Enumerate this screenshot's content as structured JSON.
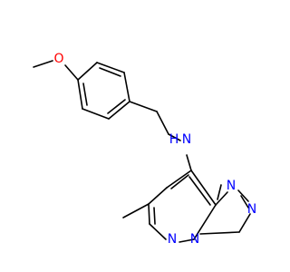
{
  "molecule": {
    "atoms": {
      "oxygen": {
        "label": "O",
        "color": "#ff0000"
      },
      "amine_n": {
        "label": "N",
        "color": "#0000ff"
      },
      "amine_h": {
        "label": "H",
        "color": "#0000ff"
      },
      "ring_n1": {
        "label": "N",
        "color": "#0000ff"
      },
      "ring_n2": {
        "label": "N",
        "color": "#0000ff"
      },
      "ring_n3": {
        "label": "N",
        "color": "#0000ff"
      },
      "ring_n4": {
        "label": "N",
        "color": "#0000ff"
      }
    },
    "bond_color": "#000000"
  }
}
